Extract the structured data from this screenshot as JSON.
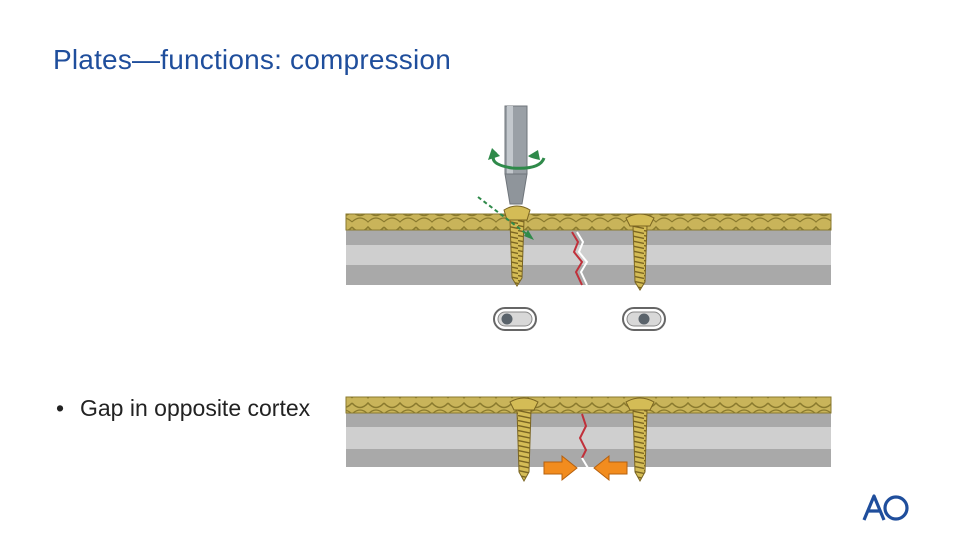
{
  "slide": {
    "title": "Plates—functions: compression",
    "bullets": [
      {
        "marker": "•",
        "text": "Gap in opposite cortex"
      }
    ]
  },
  "figure": {
    "panels": [
      "plate-with-eccentric-screw",
      "compressed-fracture"
    ],
    "colors": {
      "plate": "#c9b45a",
      "plate_edge": "#8a7a2e",
      "bone_dark": "#a9a9a9",
      "bone_light": "#cfcfcf",
      "screw": "#d4bc56",
      "screw_dark": "#8a742a",
      "fracture": "#c0303a",
      "driver": "#9aa0a6",
      "rotation_arrow": "#2f8a4a",
      "compression_arrow": "#f28c1e"
    }
  },
  "logo": {
    "label": "AO",
    "color": "#1f4e9c"
  }
}
